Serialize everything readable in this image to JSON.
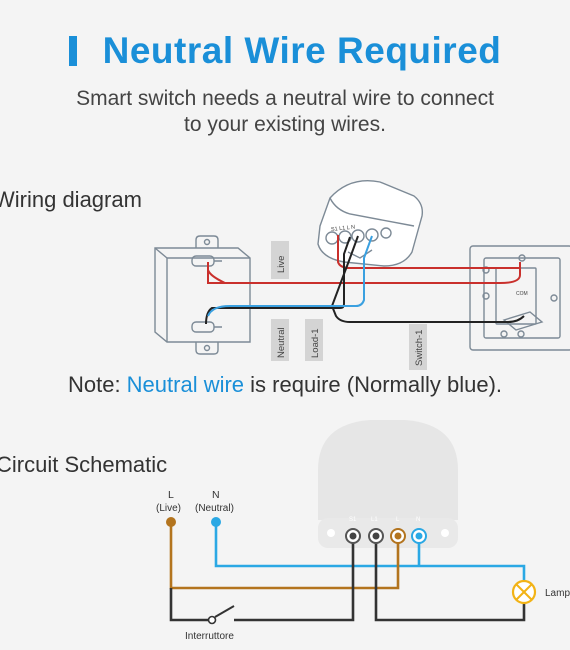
{
  "header": {
    "title": "Neutral Wire Required",
    "subtitle_line1": "Smart switch needs a neutral wire to connect",
    "subtitle_line2": "to your existing wires."
  },
  "wiring": {
    "section_label": "Wiring diagram",
    "tags": {
      "live": "Live",
      "neutral": "Neutral",
      "load": "Load-1",
      "switch": "Switch-1",
      "com": "COM"
    },
    "module_terminals": "S1 L1 L N"
  },
  "note": {
    "prefix": "Note: ",
    "highlight": "Neutral wire",
    "suffix": " is require (Normally blue)."
  },
  "schematic": {
    "section_label": "Circuit Schematic",
    "live_letter": "L",
    "live_label": "(Live)",
    "neutral_letter": "N",
    "neutral_label": "(Neutral)",
    "switch_label": "Interruttore",
    "lamp_label": "Lamp",
    "terminals": [
      "S1",
      "L1",
      "L",
      "N"
    ]
  },
  "colors": {
    "title_blue": "#1a8fd8",
    "live_wire": "#c9302c",
    "neutral_wire": "#3aa0e0",
    "schem_live": "#b3741e",
    "schem_neutral": "#2aa8e4",
    "black_wire": "#222222",
    "lamp": "#f2b316"
  }
}
